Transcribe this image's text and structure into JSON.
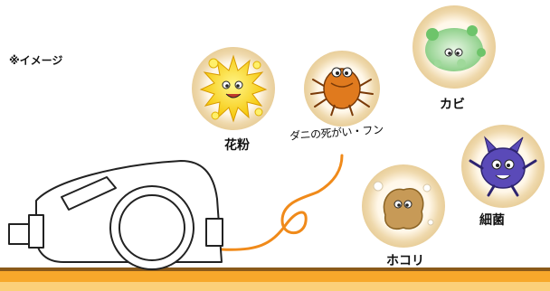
{
  "note": "※イメージ",
  "labels": {
    "pollen": "花粉",
    "mite": "ダニの死がい・フン",
    "mold": "カビ",
    "bacteria": "細菌",
    "dust": "ホコリ"
  },
  "colors": {
    "floor": "#f7a82b",
    "floor_light": "#fbd07a",
    "hose": "#f08a1a",
    "bubble_glow": "#e9d3a6"
  }
}
